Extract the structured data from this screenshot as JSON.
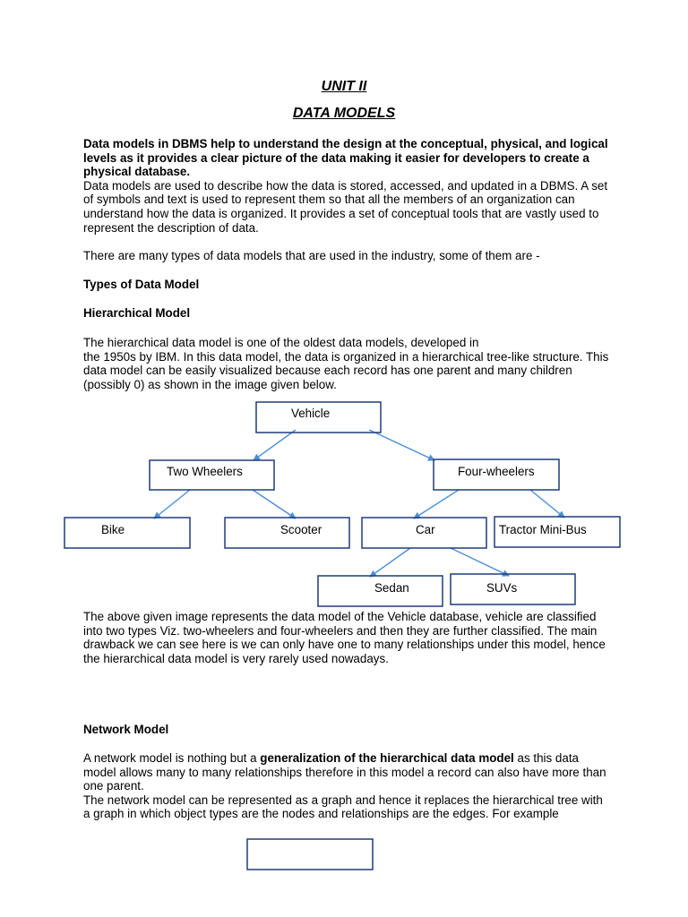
{
  "unit_title": "UNIT II ",
  "doc_title": "DATA MODELS",
  "intro": {
    "bold_text": "Data models in DBMS help to understand the design at the conceptual, physical, and logical levels as it provides a clear picture of the data making it easier for developers to create a physical database.",
    "body_text": "Data models are used to describe how the data is stored, accessed, and updated in a DBMS. A set of symbols and text is used to represent them so that all the members of an organization can understand how the data is organized. It provides a set of conceptual tools that are vastly used to represent the description of data."
  },
  "types_intro": "There are many types of data models that are used in the industry, some of them are -",
  "types_heading": "Types of Data Model",
  "hierarchical": {
    "heading": "Hierarchical Model",
    "line1": "The hierarchical data model is one of the oldest data models, developed in",
    "rest": "the 1950s by IBM. In this data model, the data is organized in a hierarchical tree-like structure. This data model can be easily visualized because each record has one parent and many children (possibly 0) as shown in the image given below.",
    "description": "The above given image represents the data model of the Vehicle database, vehicle are classified into two types Viz. two-wheelers and four-wheelers and then they are further classified. The main drawback we can see here is we can only have one to many relationships under this model, hence the hierarchical data model is very rarely used nowadays."
  },
  "diagram": {
    "vehicle": "Vehicle",
    "two_wheelers": "Two Wheelers",
    "four_wheelers": "Four-wheelers",
    "bike": "Bike",
    "scooter": "Scooter",
    "car": "Car",
    "tractor": "Tractor Mini-Bus",
    "sedan": "Sedan",
    "suvs": "SUVs"
  },
  "network": {
    "heading": "Network Model",
    "p1_before": "A network model is nothing but a ",
    "p1_bold": "generalization of the hierarchical data model",
    "p1_after": " as this data model allows many to many relationships therefore in this model a record can also have more than one parent.",
    "p2": "The network model can be represented as a graph and hence it replaces the hierarchical tree with a graph in which object types are the nodes and relationships are the edges. For example"
  }
}
